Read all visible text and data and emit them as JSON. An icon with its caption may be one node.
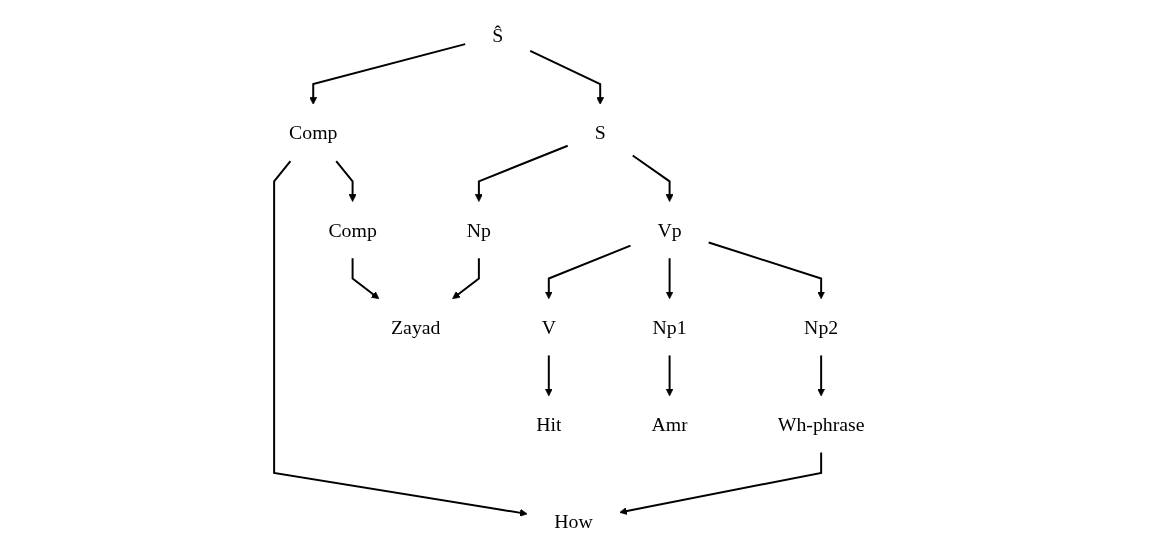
{
  "diagram": {
    "nodes": [
      {
        "text": [
          "Ŝ"
        ]
      },
      {
        "text": [
          "Comp"
        ]
      },
      {
        "text": [
          "S"
        ]
      },
      {
        "text": [
          "How"
        ]
      },
      {
        "text": [
          "Comp"
        ]
      },
      {
        "text": [
          "Np"
        ]
      },
      {
        "text": [
          "Vp"
        ]
      },
      {
        "text": [
          "Zayad"
        ]
      },
      {
        "text": [
          "V"
        ]
      },
      {
        "text": [
          "Np1"
        ]
      },
      {
        "text": [
          "Np2"
        ]
      },
      {
        "text": [
          "Hit"
        ]
      },
      {
        "text": [
          "Amr"
        ]
      },
      {
        "text": [
          "Wh-phrase"
        ]
      }
    ],
    "edges": [
      {
        "from": 0,
        "to": 1,
        "arrow": "to"
      },
      {
        "from": 0,
        "to": 2,
        "arrow": "to"
      },
      {
        "from": 1,
        "to": 3,
        "arrow": "to"
      },
      {
        "from": 1,
        "to": 4,
        "arrow": "to"
      },
      {
        "from": 2,
        "to": 5,
        "arrow": "to"
      },
      {
        "from": 2,
        "to": 6,
        "arrow": "to"
      },
      {
        "from": 5,
        "to": 7,
        "arrow": "to"
      },
      {
        "from": 6,
        "to": 8,
        "arrow": "to"
      },
      {
        "from": 6,
        "to": 9,
        "arrow": "to"
      },
      {
        "from": 6,
        "to": 10,
        "arrow": "to"
      },
      {
        "from": 8,
        "to": 11,
        "arrow": "to"
      },
      {
        "from": 9,
        "to": 12,
        "arrow": "to"
      },
      {
        "from": 10,
        "to": 13,
        "arrow": "to"
      },
      {
        "from": 4,
        "to": 7,
        "arrow": "to"
      },
      {
        "from": 13,
        "to": 3,
        "arrow": "to"
      }
    ]
  }
}
